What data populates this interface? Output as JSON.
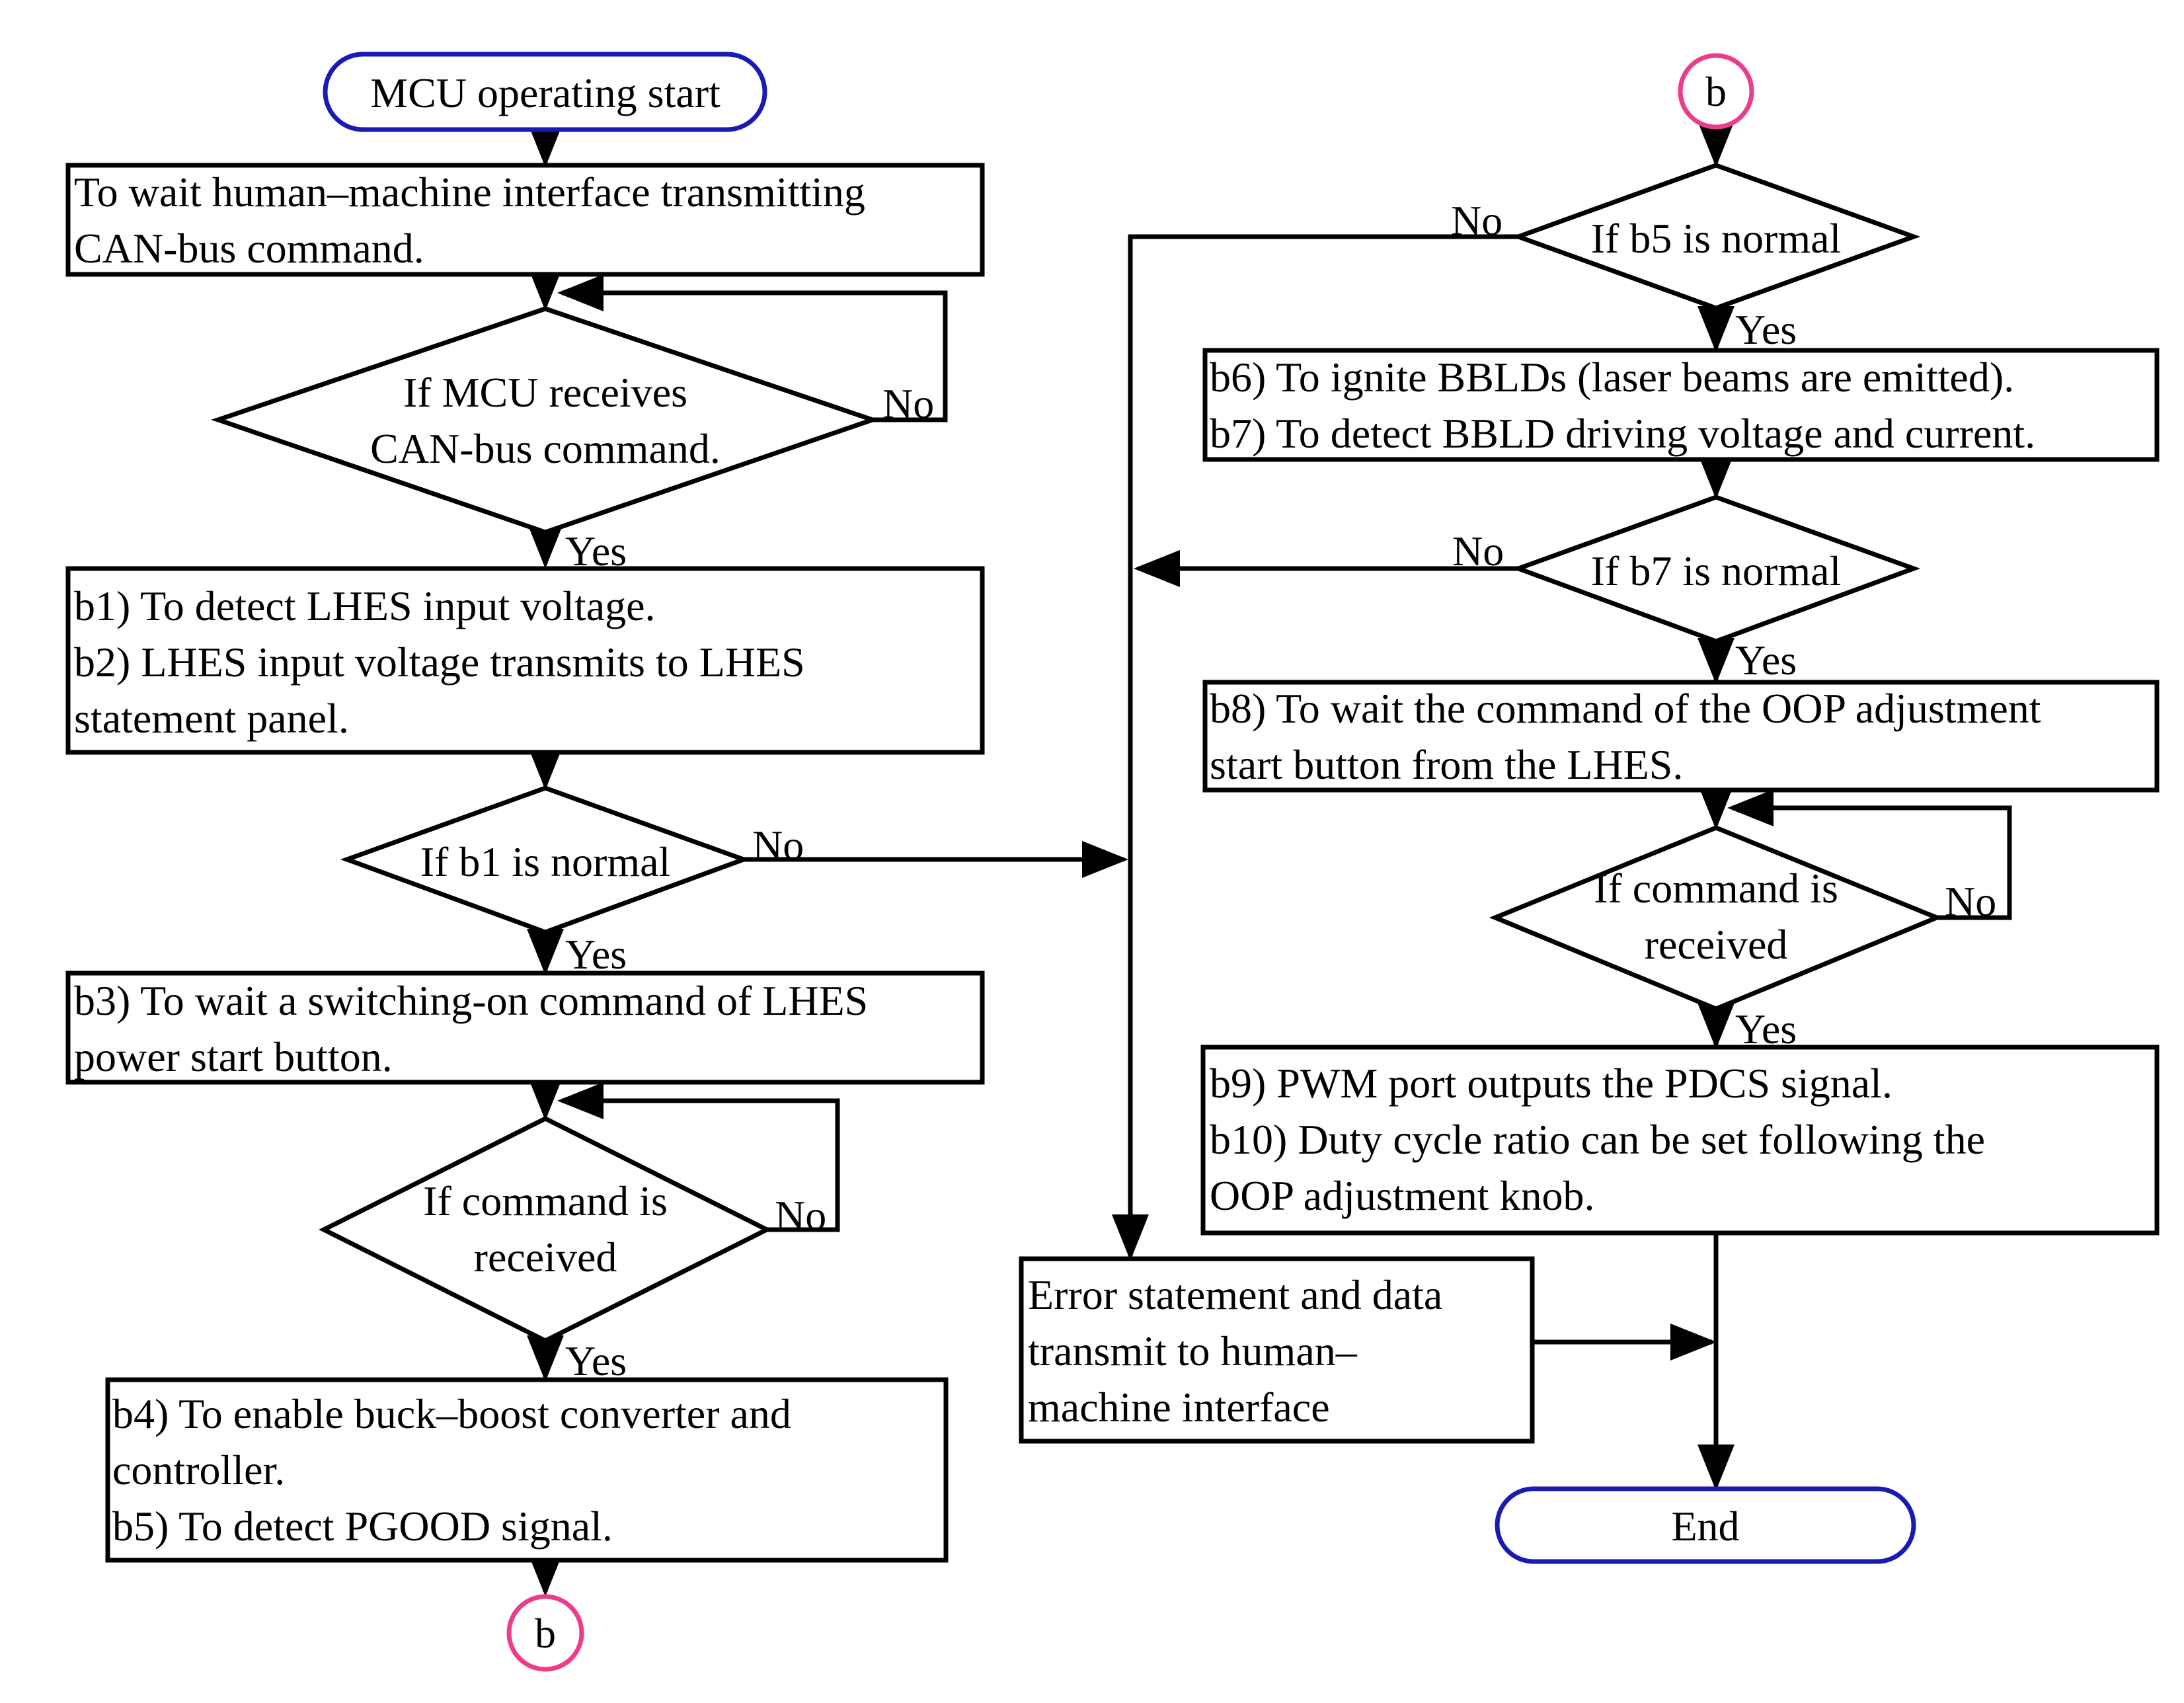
{
  "colors": {
    "terminal_border": "#1a1ab4",
    "connector_border": "#ee3c8c",
    "line": "#000000"
  },
  "nodes": {
    "start": "MCU operating start",
    "wait_can": [
      "To wait human–machine interface transmitting",
      "CAN-bus command."
    ],
    "dec_can": [
      "If MCU receives",
      "CAN-bus command."
    ],
    "b1b2": [
      "b1) To detect LHES input voltage.",
      "b2) LHES input voltage transmits to LHES",
      "statement panel."
    ],
    "dec_b1": "If b1 is normal",
    "b3": [
      "b3) To wait a switching-on command of LHES",
      "power start button."
    ],
    "dec_cmd1": [
      "If command is",
      "received"
    ],
    "b4b5": [
      "b4) To enable buck–boost converter and",
      "controller.",
      "b5) To detect PGOOD signal."
    ],
    "conn_bottom": "b",
    "conn_top": "b",
    "dec_b5": "If b5 is normal",
    "b6b7": [
      "b6) To ignite BBLDs (laser beams are emitted).",
      "b7) To detect BBLD driving voltage and current."
    ],
    "dec_b7": "If b7 is normal",
    "b8": [
      "b8) To wait the command of the OOP adjustment",
      "start button from the LHES."
    ],
    "dec_cmd2": [
      "If command is",
      "received"
    ],
    "b9b10": [
      "b9) PWM port outputs the PDCS signal.",
      "b10) Duty cycle ratio can be set following the",
      "OOP adjustment knob."
    ],
    "error": [
      "Error statement and data",
      "transmit to human–",
      "machine interface"
    ],
    "end": "End"
  },
  "labels": {
    "yes": "Yes",
    "no": "No"
  }
}
